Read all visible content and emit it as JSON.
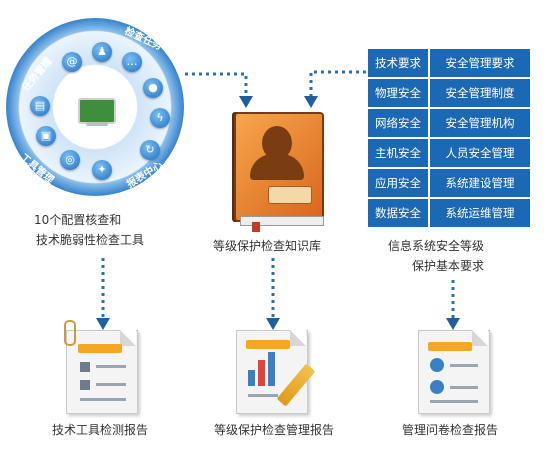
{
  "wheel": {
    "labels": [
      "任务管理",
      "检查任务",
      "工具管理",
      "报表中心"
    ],
    "caption_line1": "10个配置核查和",
    "caption_line2": "技术脆弱性检查工具"
  },
  "knowledge_base": {
    "caption": "等级保护检查知识库"
  },
  "requirements": {
    "rows": [
      [
        "技术要求",
        "安全管理要求"
      ],
      [
        "物理安全",
        "安全管理制度"
      ],
      [
        "网络安全",
        "安全管理机构"
      ],
      [
        "主机安全",
        "人员安全管理"
      ],
      [
        "应用安全",
        "系统建设管理"
      ],
      [
        "数据安全",
        "系统运维管理"
      ]
    ],
    "caption_line1": "信息系统安全等级",
    "caption_line2": "保护基本要求"
  },
  "reports": [
    {
      "caption": "技术工具检测报告"
    },
    {
      "caption": "等级保护检查管理报告"
    },
    {
      "caption": "管理问卷检查报告"
    }
  ],
  "colors": {
    "table_blue": "#1b68b4",
    "arrow_blue": "#2b6fb0",
    "book_orange": "#e47d2a",
    "report_band": "#f5a623"
  }
}
